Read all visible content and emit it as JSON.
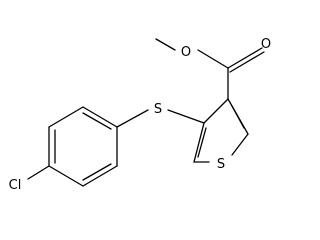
{
  "molecule": {
    "atoms": {
      "ester_oxygen": "O",
      "carbonyl_oxygen": "O",
      "thioether_sulfur": "S",
      "ring_sulfur": "S",
      "chlorine": "Cl"
    }
  }
}
